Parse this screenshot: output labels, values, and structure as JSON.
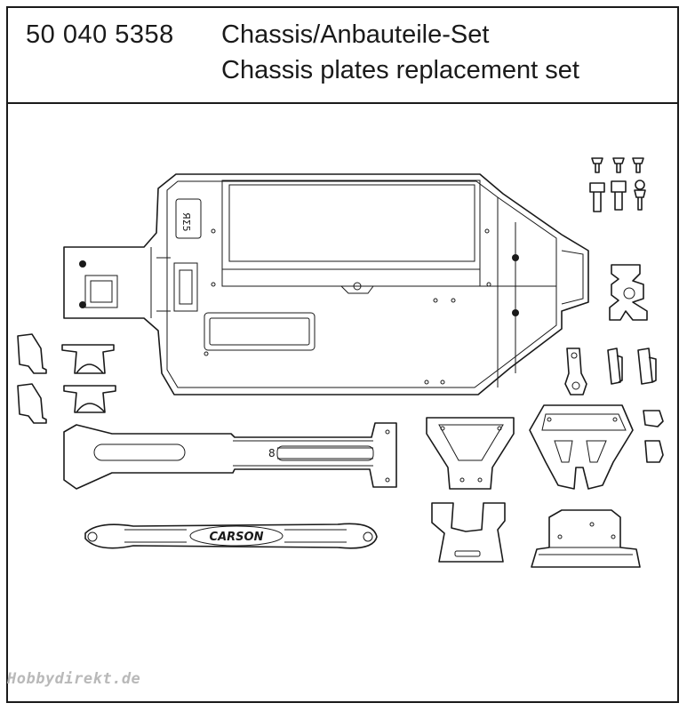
{
  "header": {
    "part_number": "50 040 5358",
    "title_de": "Chassis/Anbauteile-Set",
    "title_en": "Chassis plates replacement set"
  },
  "drawing": {
    "logo_text": "CARSON",
    "part_marking": "8",
    "watermark": "Hobbydirekt.de"
  },
  "colors": {
    "line": "#1a1a1a",
    "background": "#ffffff",
    "watermark": "#b9b9b9"
  }
}
